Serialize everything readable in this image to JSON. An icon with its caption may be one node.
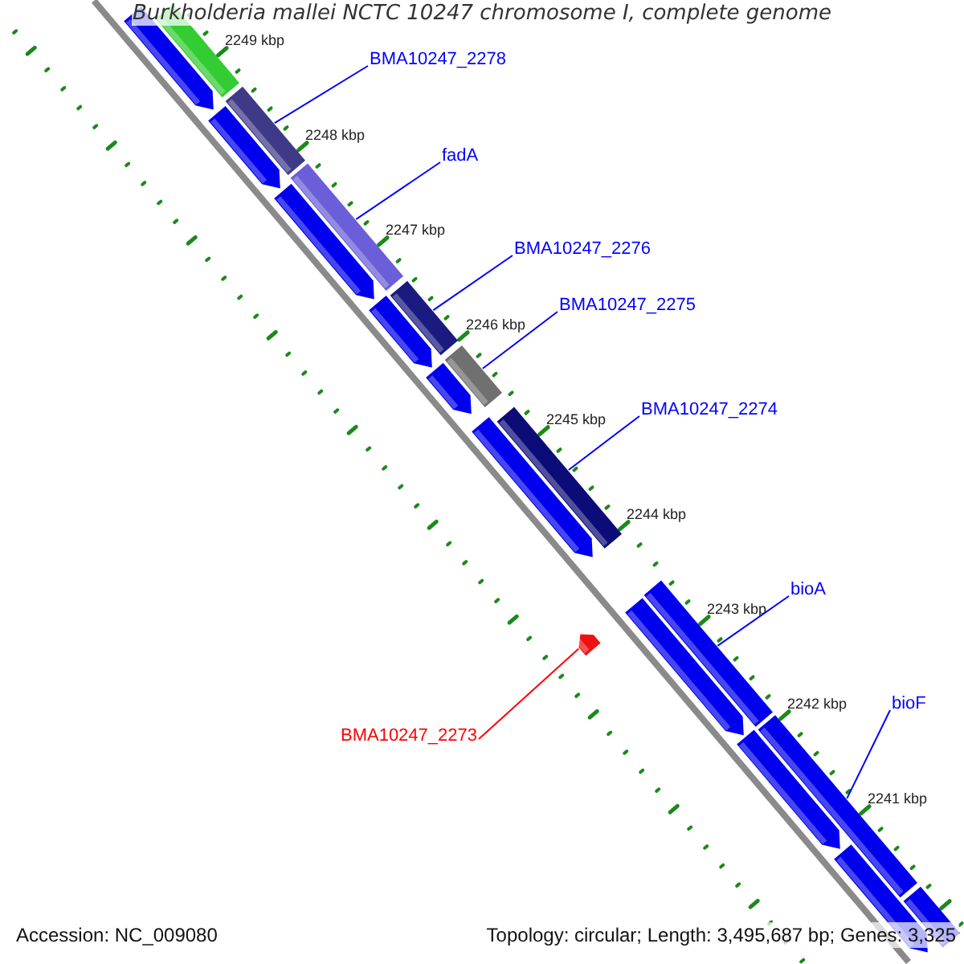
{
  "diagram": {
    "title": "Burkholderia mallei NCTC 10247 chromosome I, complete genome",
    "nodes": [
      {
        "text": [
          "BMA10247_2278"
        ]
      },
      {
        "text": [
          "fadA"
        ]
      },
      {
        "text": [
          "BMA10247_2276"
        ]
      },
      {
        "text": [
          "BMA10247_2275"
        ]
      },
      {
        "text": [
          "BMA10247_2274"
        ]
      },
      {
        "text": [
          "bioA"
        ]
      },
      {
        "text": [
          "bioF"
        ]
      },
      {
        "text": [
          "BMA10247_2273"
        ]
      },
      {
        "text": [],
        "shape": "bar"
      },
      {
        "text": [],
        "shape": "bar"
      },
      {
        "text": [],
        "shape": "bar"
      },
      {
        "text": [],
        "shape": "bar"
      },
      {
        "text": [],
        "shape": "bar"
      },
      {
        "text": [],
        "shape": "bar"
      },
      {
        "text": [],
        "shape": "bar"
      },
      {
        "text": [],
        "shape": "bar"
      },
      {
        "text": [],
        "shape": "bar"
      },
      {
        "text": [],
        "shape": "bar"
      },
      {
        "text": [],
        "shape": "bar"
      },
      {
        "text": [],
        "shape": "bar"
      },
      {
        "text": [],
        "shape": "bar"
      },
      {
        "text": [],
        "shape": "bar"
      },
      {
        "text": [],
        "shape": "bar"
      },
      {
        "text": [],
        "shape": "bar"
      },
      {
        "text": [],
        "shape": "bar"
      },
      {
        "text": [],
        "shape": "bar"
      },
      {
        "text": [],
        "shape": "bar"
      }
    ],
    "edges": [
      {
        "from": 0,
        "to": 10,
        "arrow": "none"
      },
      {
        "from": 1,
        "to": 12,
        "arrow": "none"
      },
      {
        "from": 2,
        "to": 14,
        "arrow": "none"
      },
      {
        "from": 3,
        "to": 16,
        "arrow": "none"
      },
      {
        "from": 4,
        "to": 18,
        "arrow": "none"
      },
      {
        "from": 5,
        "to": 21,
        "arrow": "none"
      },
      {
        "from": 6,
        "to": 23,
        "arrow": "none"
      },
      {
        "from": 7,
        "to": 20,
        "arrow": "none",
        "color": "#ff0000"
      }
    ],
    "labels": [
      "2249 kbp",
      "2248 kbp",
      "2247 kbp",
      "2246 kbp",
      "2245 kbp",
      "2244 kbp",
      "2243 kbp",
      "2242 kbp",
      "2241 kbp",
      "Accession: NC_009080",
      "Topology: circular; Length: 3,495,687 bp; Genes: 3,325"
    ]
  }
}
